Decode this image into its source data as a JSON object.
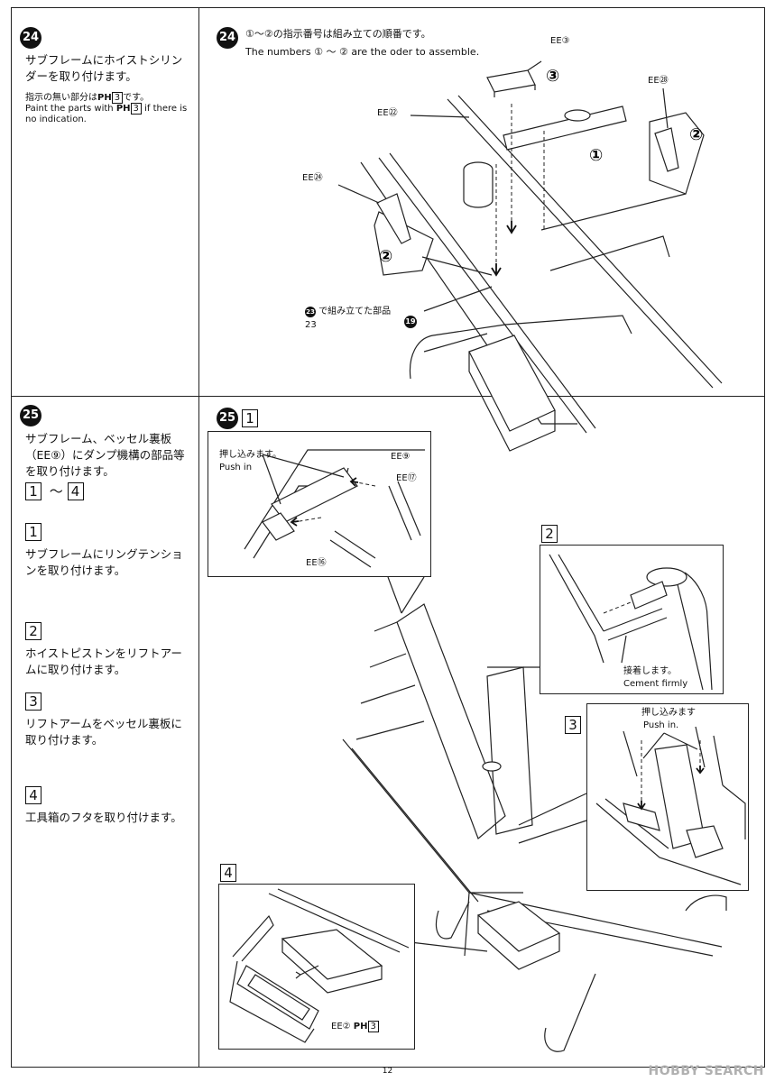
{
  "page": {
    "number": "12",
    "watermark": "HOBBY SEARCH"
  },
  "step24": {
    "num": "24",
    "title": "サブフレームにホイストシリンダーを取り付けます。",
    "note_jp": "指示の無い部分は",
    "note_code": "PH",
    "note_box": "3",
    "note_jp_end": "です。",
    "note_en_a": "Paint the parts with",
    "note_en_b": "if there is no indication.",
    "header_jp": "①～②の指示番号は組み立ての順番です。",
    "header_en": "The numbers ① ～ ② are the oder to assemble.",
    "labels": {
      "ee3": "EE③",
      "ee22": "EE㉒",
      "ee28": "EE㉘",
      "ee24": "EE㉔",
      "ref_jp": "で組み立てた部品",
      "ref_num": "23",
      "ref_circle": "23",
      "ref_19": "19",
      "order1": "1",
      "order2a": "2",
      "order2b": "2",
      "order3": "3"
    }
  },
  "step25": {
    "num": "25",
    "title": "サブフレーム、ベッセル裏板（EE⑨）にダンプ機構の部品等を取り付けます。",
    "range_a": "1",
    "range_sep": "～",
    "range_b": "4",
    "substeps": [
      {
        "box": "1",
        "text": "サブフレームにリングテンションを取り付けます。"
      },
      {
        "box": "2",
        "text": "ホイストピストンをリフトアームに取り付けます。"
      },
      {
        "box": "3",
        "text": "リフトアームをベッセル裏板に取り付けます。"
      },
      {
        "box": "4",
        "text": "工具箱のフタを取り付けます。"
      }
    ],
    "header_box": "1",
    "detail1": {
      "push_jp": "押し込みます。",
      "push_en": "Push in",
      "ee9": "EE⑨",
      "ee17": "EE⑰",
      "ee16": "EE⑯"
    },
    "detail2": {
      "box": "2",
      "cement_jp": "接着します。",
      "cement_en": "Cement firmly"
    },
    "detail3": {
      "box": "3",
      "push_jp": "押し込みます",
      "push_en": "Push in."
    },
    "detail4": {
      "box": "4",
      "ee2": "EE②",
      "paint_code": "PH",
      "paint_box": "3"
    }
  }
}
